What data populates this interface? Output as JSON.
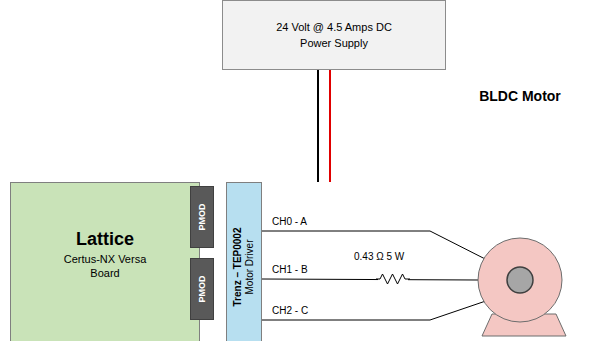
{
  "diagram": {
    "nodes": [
      {
        "text": [
          "24 Volt @ 4.5 Amps DC Power Supply"
        ]
      },
      {
        "text": [
          "Lattice",
          "Certus-NX Versa Board"
        ]
      },
      {
        "text": [
          "PMOD"
        ]
      },
      {
        "text": [
          "PMOD"
        ]
      },
      {
        "text": [
          "Trenz – TEP0002",
          "Motor Driver"
        ]
      },
      {
        "text": [
          "BLDC Motor"
        ]
      }
    ],
    "edges": [
      {
        "from": 0,
        "to": 4,
        "arrow": "none"
      },
      {
        "from": 0,
        "to": 4,
        "arrow": "none"
      },
      {
        "from": 4,
        "to": 5,
        "label": "CH0 - A",
        "arrow": "none"
      },
      {
        "from": 4,
        "to": 5,
        "label": "CH1 - B",
        "arrow": "none"
      },
      {
        "from": 4,
        "to": 5,
        "label": "CH2 - C",
        "arrow": "none"
      }
    ],
    "labels": [
      "0.43 Ω 5 W"
    ]
  }
}
